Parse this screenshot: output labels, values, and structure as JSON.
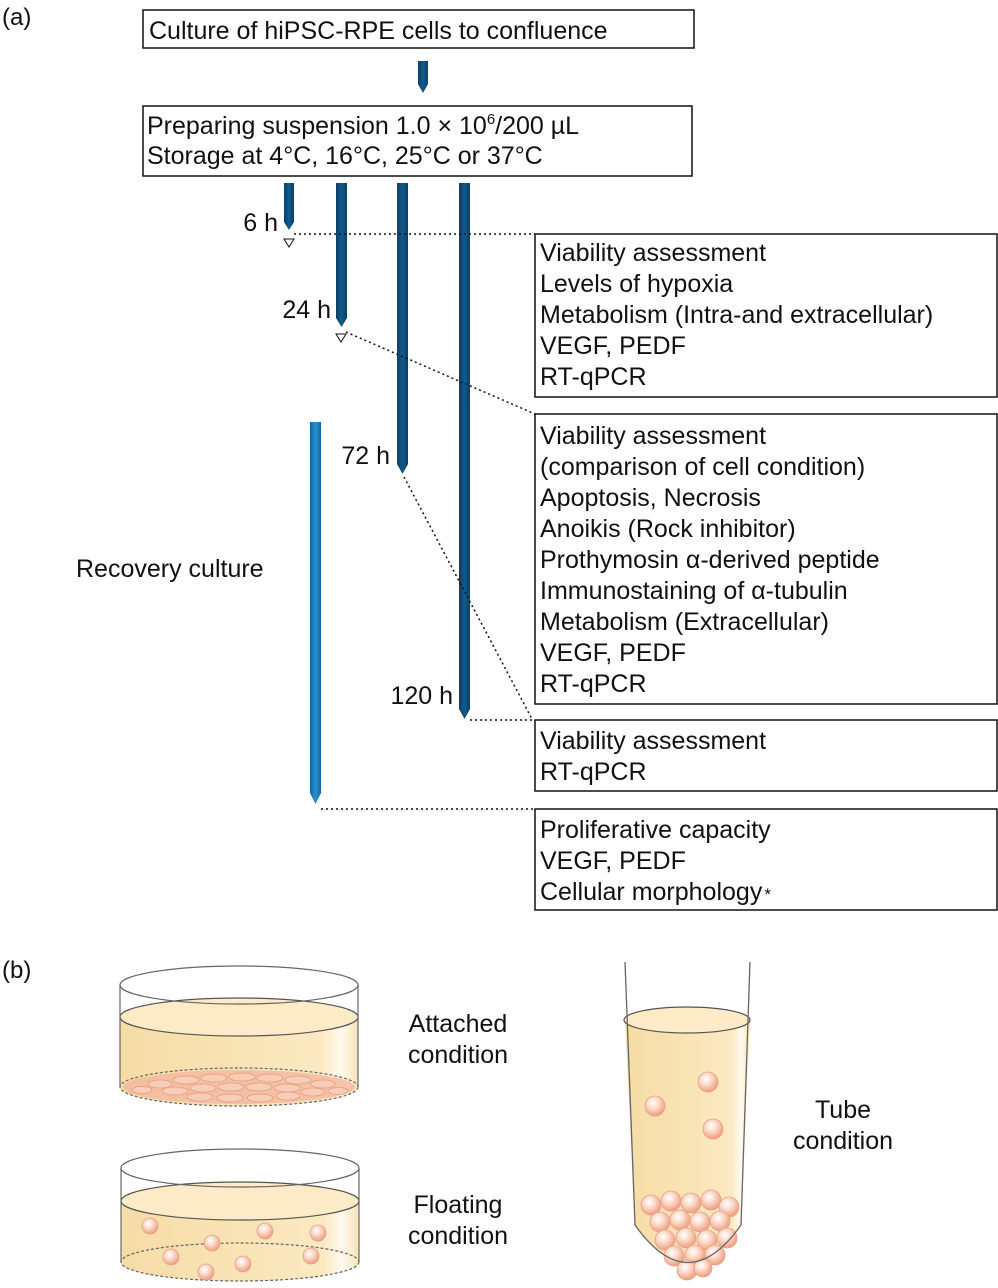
{
  "panel_a": {
    "label": "(a)",
    "box_culture": "Culture of hiPSC-RPE cells to confluence",
    "box_prepare": {
      "line1_pre": "Preparing suspension 1.0 × 10",
      "line1_sup": "6",
      "line1_post": "/200 µL",
      "line2": "Storage at 4°C, 16°C, 25°C or 37°C"
    },
    "time_labels": [
      "6 h",
      "24 h",
      "72 h",
      "120 h"
    ],
    "recovery_label": "Recovery culture",
    "box_6_24h": [
      "Viability assessment",
      "Levels of hypoxia",
      "Metabolism (Intra-and extracellular)",
      "VEGF, PEDF",
      "RT-qPCR"
    ],
    "box_72h": [
      "Viability assessment",
      "(comparison of cell condition)",
      "Apoptosis, Necrosis",
      "Anoikis (Rock inhibitor)",
      "Prothymosin α-derived peptide",
      "Immunostaining of α-tubulin",
      "Metabolism (Extracellular)",
      "VEGF, PEDF",
      "RT-qPCR"
    ],
    "box_120h": [
      "Viability assessment",
      "RT-qPCR"
    ],
    "box_recovery": {
      "lines": [
        "Proliferative capacity",
        "VEGF, PEDF",
        "Cellular morphology"
      ],
      "asterisk": "*"
    }
  },
  "panel_b": {
    "label": "(b)",
    "attached": [
      "Attached",
      "condition"
    ],
    "floating": [
      "Floating",
      "condition"
    ],
    "tube": [
      "Tube",
      "condition"
    ]
  },
  "colors": {
    "arrow_dark": "#0d4f7c",
    "arrow_light": "#1479b8",
    "medium": "#fbe7b9",
    "cells": "#f6c3ad"
  }
}
